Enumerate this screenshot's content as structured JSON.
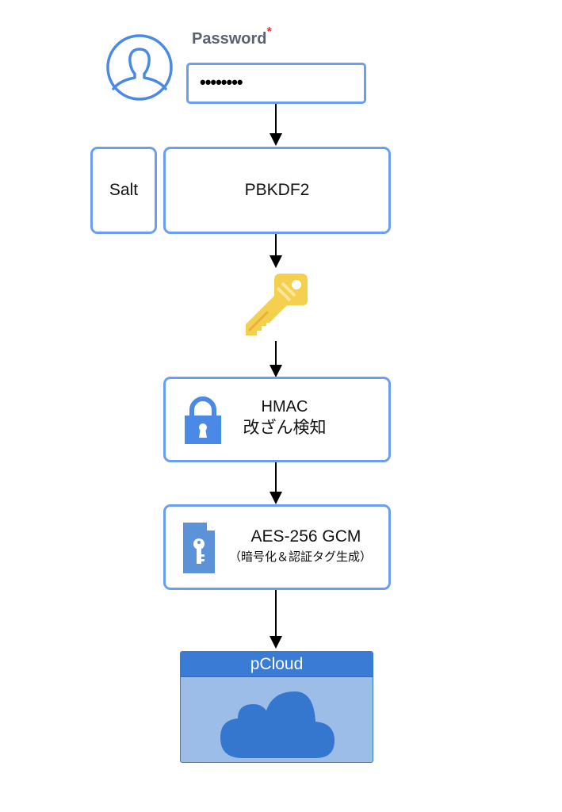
{
  "password": {
    "label": "Password",
    "required_mark": "*",
    "value": "••••••••"
  },
  "salt": {
    "label": "Salt"
  },
  "kdf": {
    "label": "PBKDF2"
  },
  "hmac": {
    "title": "HMAC",
    "subtitle": "改ざん検知"
  },
  "aes": {
    "title": "AES-256 GCM",
    "subtitle": "（暗号化＆認証タグ生成）"
  },
  "cloud": {
    "title": "pCloud"
  },
  "icons": {
    "user": "user-circle-icon",
    "key": "key-icon",
    "lock": "lock-icon",
    "file_key": "file-key-icon",
    "cloud": "cloud-icon"
  },
  "colors": {
    "box_border": "#6a9ef0",
    "icon_blue": "#4a8ae6",
    "key_yellow": "#f5cf4e",
    "cloud_header": "#3a7bd5",
    "cloud_body": "#9dbde9",
    "required": "#e53935",
    "label_gray": "#5a6270"
  }
}
